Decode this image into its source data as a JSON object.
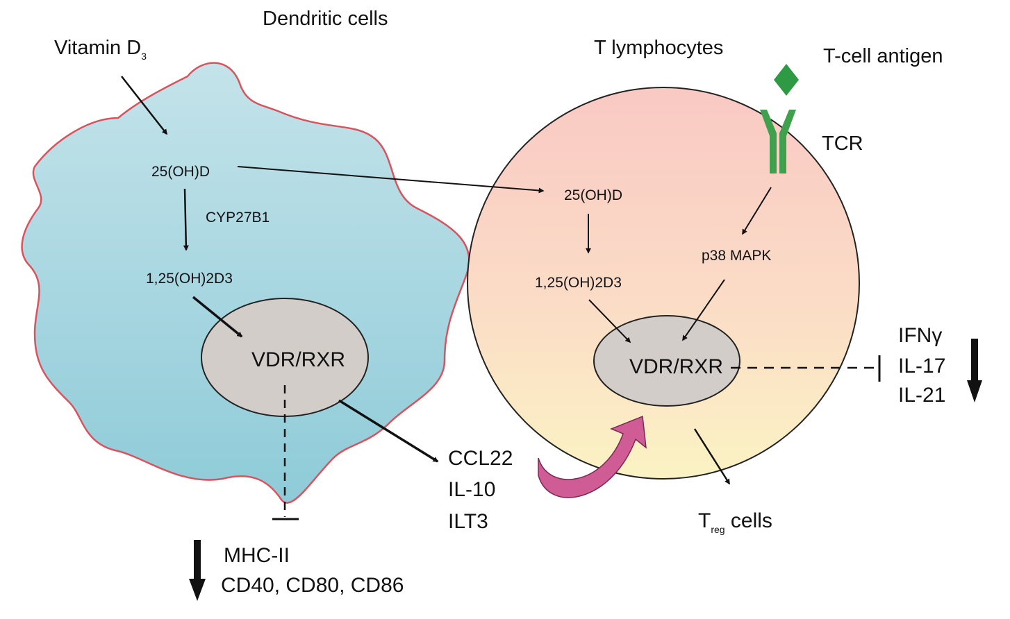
{
  "labels": {
    "dc_title": "Dendritic cells",
    "vitamin": "Vitamin D",
    "vitamin_sub": "3",
    "t_title": "T lymphocytes",
    "antigen": "T-cell antigen",
    "tcr": "TCR",
    "dc_25ohd": "25(OH)D",
    "dc_cyp": "CYP27B1",
    "dc_125": "1,25(OH)2D3",
    "dc_vdr": "VDR/RXR",
    "t_25ohd": "25(OH)D",
    "t_125": "1,25(OH)2D3",
    "t_p38": "p38 MAPK",
    "t_vdr": "VDR/RXR",
    "ccl22": "CCL22",
    "il10": "IL-10",
    "ilt3": "ILT3",
    "ifng": "IFNγ",
    "il17": "IL-17",
    "il21": "IL-21",
    "treg_main": "T",
    "treg_sub": "reg",
    "treg_rest": " cells",
    "mhc": "MHC-II",
    "cd": "CD40, CD80, CD86"
  },
  "colors": {
    "dc_fill_top": "#c4e3ea",
    "dc_fill_bottom": "#8ecbd8",
    "dc_outline": "#d9535f",
    "tcell_fill_top": "#f9c9c4",
    "tcell_fill_bottom": "#fbf3c4",
    "nucleus": "#d2cdc9",
    "antigen": "#2e9a44",
    "tcr": "#3fa04e",
    "pink_arrow": "#cf5c94"
  }
}
